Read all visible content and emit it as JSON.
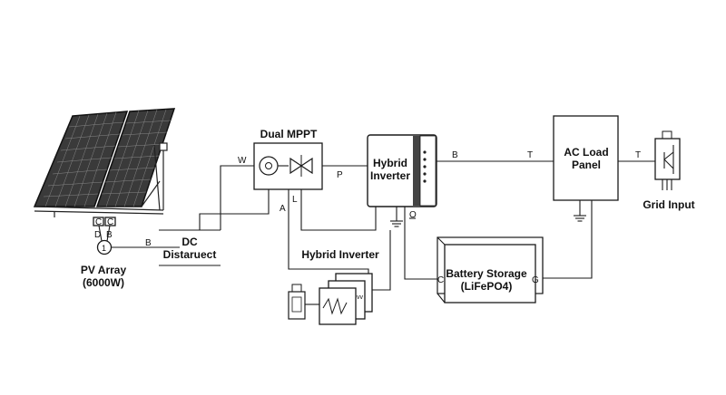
{
  "labels": {
    "pv_array_line1": "PV Array",
    "pv_array_line2": "(6000W)",
    "dc_line1": "DC",
    "dc_line2": "Distaruect",
    "dual_mppt": "Dual MPPT",
    "hybrid_inverter_line1": "Hybrid",
    "hybrid_inverter_line2": "Inverter",
    "hybrid_inverter_lower": "Hybrid Inverter",
    "battery_line1": "Battery Storage",
    "battery_line2": "(LiFePO4)",
    "ac_load_line1": "AC Load",
    "ac_load_line2": "Panel",
    "grid_input": "Grid Input"
  },
  "wire_letters": {
    "pv_c1": "C",
    "pv_c2": "C",
    "pv_d": "D",
    "pv_b": "B",
    "meter": "1",
    "dc_b": "B",
    "mppt_w": "W",
    "mppt_p": "P",
    "mppt_l": "L",
    "mppt_a": "A",
    "inv_b": "B",
    "inv_t": "T",
    "inv_o": "O",
    "ac_t": "T",
    "bat_c": "C",
    "bat_g": "G",
    "small_vv": "vv"
  }
}
